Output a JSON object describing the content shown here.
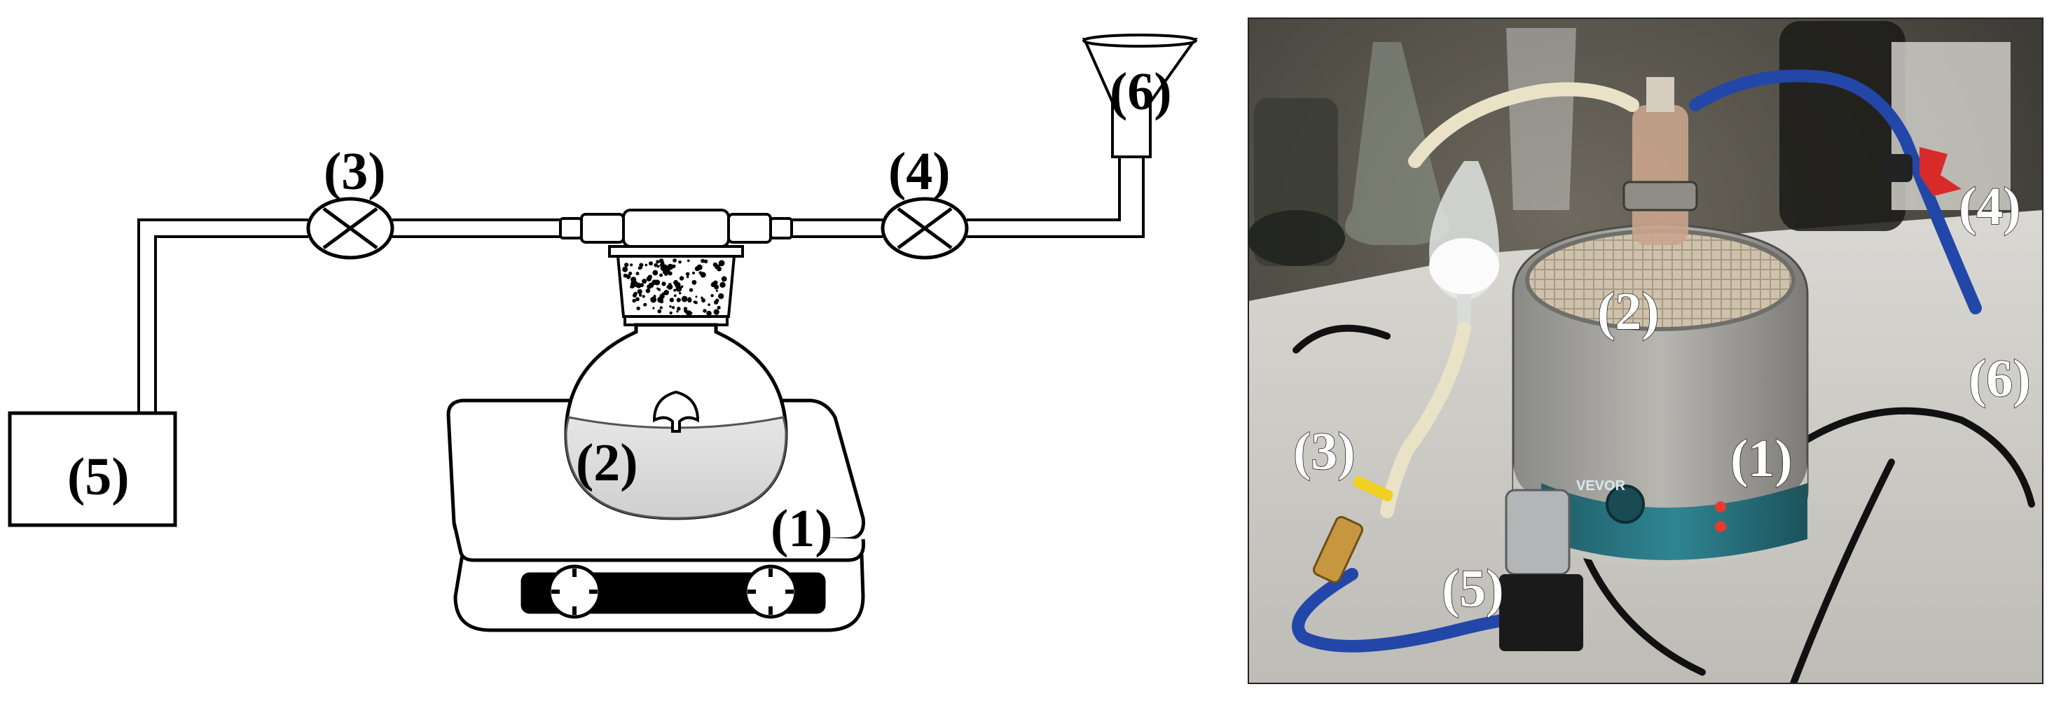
{
  "schematic": {
    "labels": {
      "heater": "(1)",
      "flask": "(2)",
      "valve_left": "(3)",
      "valve_right": "(4)",
      "pump": "(5)",
      "funnel": "(6)"
    }
  },
  "photo": {
    "labels": {
      "heater": "(1)",
      "flask": "(2)",
      "valve_left": "(3)",
      "valve_right": "(4)",
      "pump": "(5)",
      "outlet": "(6)"
    },
    "brand_text": "VEVOR"
  }
}
